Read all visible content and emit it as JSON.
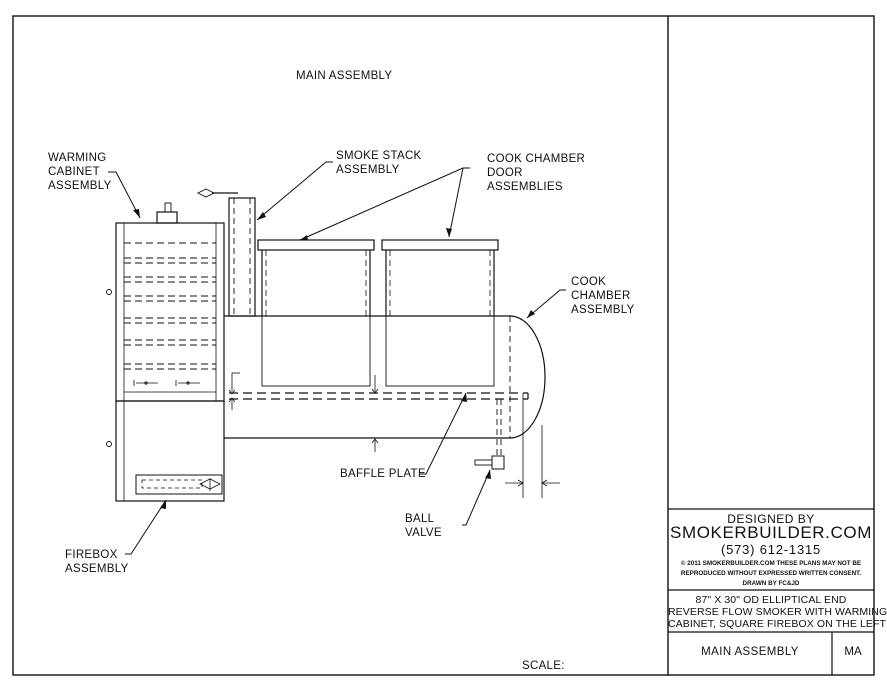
{
  "drawing": {
    "title": "MAIN ASSEMBLY",
    "scale_label": "SCALE:"
  },
  "callouts": {
    "warming_cabinet": "WARMING\nCABINET\nASSEMBLY",
    "smoke_stack": "SMOKE STACK\nASSEMBLY",
    "cook_chamber_doors": "COOK CHAMBER\nDOOR\nASSEMBLIES",
    "cook_chamber": "COOK\nCHAMBER\nASSEMBLY",
    "baffle_plate": "BAFFLE PLATE",
    "ball_valve": "BALL\nVALVE",
    "firebox": "FIREBOX\nASSEMBLY"
  },
  "title_block": {
    "designed_by": "DESIGNED BY",
    "company": "SMOKERBUILDER.COM",
    "phone": "(573) 612-1315",
    "copyright_line1": "© 2011 SMOKERBUILDER.COM THESE PLANS MAY NOT BE",
    "copyright_line2": "REPRODUCED WITHOUT EXPRESSED WRITTEN CONSENT.",
    "drawn_by": "DRAWN BY FC&JD",
    "description": "87\" X 30\" OD ELLIPTICAL END\nREVERSE FLOW SMOKER WITH WARMING\nCABINET, SQUARE FIREBOX ON THE LEFT",
    "sheet_name": "MAIN ASSEMBLY",
    "sheet_code": "MA"
  }
}
